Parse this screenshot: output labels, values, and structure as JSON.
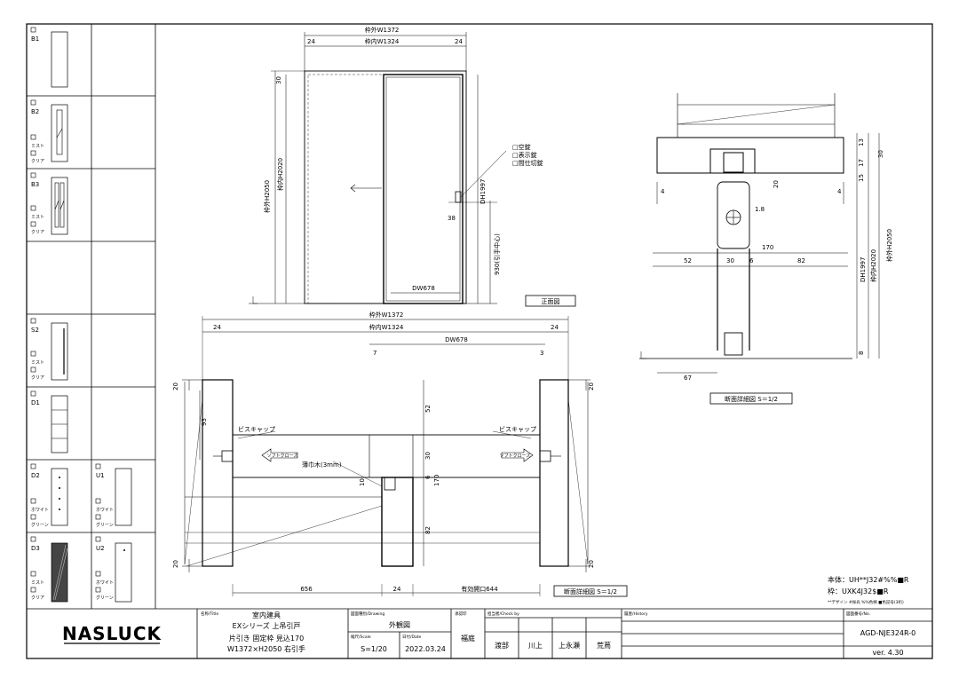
{
  "catalog": {
    "types": [
      {
        "code": "B1",
        "options": []
      },
      {
        "code": "B2",
        "options": [
          "ミスト",
          "クリア"
        ]
      },
      {
        "code": "B3",
        "options": [
          "ミスト",
          "クリア"
        ]
      },
      {
        "code": "S2",
        "options": [
          "ミスト",
          "クリア"
        ]
      },
      {
        "code": "D1",
        "options": []
      },
      {
        "code": "D2",
        "options": [
          "ホワイト",
          "グリーン"
        ]
      },
      {
        "code": "U1",
        "options": [
          "ホワイト",
          "グリーン"
        ]
      },
      {
        "code": "D3",
        "options": [
          "ミスト",
          "クリア"
        ]
      },
      {
        "code": "U2",
        "options": [
          "ホワイト",
          "グリーン"
        ]
      }
    ]
  },
  "front_view": {
    "frame_outer_w": "枠外W1372",
    "frame_inner_w": "枠内W1324",
    "side_24_left": "24",
    "side_24_right": "24",
    "top_30": "30",
    "frame_outer_h": "枠外H2050",
    "frame_inner_h": "枠内H2020",
    "dh": "DH1997",
    "dw": "DW678",
    "handle_38": "38",
    "handle_center": "930(引手中心)",
    "options": [
      "□空錠",
      "□表示錠",
      "□間仕切錠"
    ],
    "title": "正面図"
  },
  "plan_view": {
    "frame_outer_w": "枠外W1372",
    "frame_inner_w": "枠内W1324",
    "side_24_left": "24",
    "side_24_right": "24",
    "dw": "DW678",
    "dim_7": "7",
    "dim_3": "3",
    "dim_20_left": "20",
    "dim_20_right": "20",
    "dim_93": "93",
    "dim_52": "52",
    "dim_30": "30",
    "dim_6": "6",
    "dim_170": "170",
    "dim_10": "10",
    "dim_82": "82",
    "dim_20_bl": "20",
    "dim_20_br": "20",
    "screw_cap_left": "ビスキャップ",
    "screw_cap_right": "ビスキャップ",
    "soft_close_left": "ソフトクローズ",
    "soft_close_right": "ソフトクローズ",
    "thin_wood": "薄巾木(3mm)",
    "bottom_656": "656",
    "bottom_24": "24",
    "opening": "有効開口644",
    "title": "断面詳細図 S＝1/2"
  },
  "section_view": {
    "dim_13": "13",
    "dim_17": "17",
    "dim_30": "30",
    "dim_15": "15",
    "dim_20": "20",
    "dim_4_left": "4",
    "dim_4_right": "4",
    "dim_1_8": "1.8",
    "dim_170": "170",
    "dim_52": "52",
    "dim_30b": "30",
    "dim_6": "6",
    "dim_82": "82",
    "dh": "DH1997",
    "frame_inner_h": "枠内H2020",
    "frame_outer_h": "枠外H2050",
    "dim_8": "8",
    "dim_67": "67",
    "title": "断面詳細図 S＝1/2"
  },
  "spec": {
    "body": "本体：UH**J32#%%■R",
    "frame": "枠：UXK4J32$■R",
    "note": "**デザイン #採光 %%色柄 ■色記号(3桁)"
  },
  "title_block": {
    "logo": "NASLUCK",
    "name_label": "名称/Title",
    "name_lines": [
      "室内建具",
      "EXシリーズ 上吊引戸",
      "片引き 固定枠 見込170",
      "W1372×H2050 右引手"
    ],
    "drawing_label": "図面種別/Drawing",
    "drawing": "外観図",
    "scale_label": "縮尺/Scale",
    "scale": "S=1/20",
    "date_label": "日付/Date",
    "date": "2022.03.24",
    "approve_label": "承認印",
    "approver": "福庭",
    "check_label": "担当者/Check by",
    "checkers": [
      "渡部",
      "川上",
      "上永瀬",
      "荒蔦"
    ],
    "history_label": "履歴/History",
    "number_label": "図面番号/No.",
    "number": "AGD-NJE324R-0",
    "version": "ver. 4.30"
  }
}
